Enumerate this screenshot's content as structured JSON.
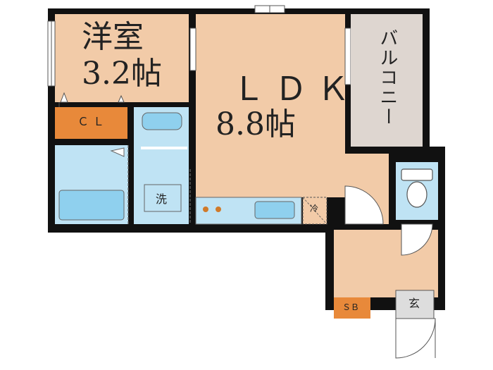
{
  "rooms": {
    "western": {
      "name": "洋室",
      "size": "3.2帖"
    },
    "ldk": {
      "name": "ＬＤＫ",
      "size": "8.8帖"
    },
    "balcony": {
      "name": "バルコニー"
    },
    "closet": {
      "name": "ＣＬ"
    },
    "washer": {
      "name": "洗"
    },
    "fridge": {
      "name": "冷"
    },
    "shoe_box": {
      "name": "ＳＢ"
    },
    "entrance": {
      "name": "玄"
    }
  },
  "colors": {
    "room_fill": "#f2cba8",
    "wet_area": "#bfe3f4",
    "fixture": "#8fd0ee",
    "closet_fill": "#e8893a",
    "balcony_fill": "#ded6d0",
    "wall": "#111111"
  }
}
